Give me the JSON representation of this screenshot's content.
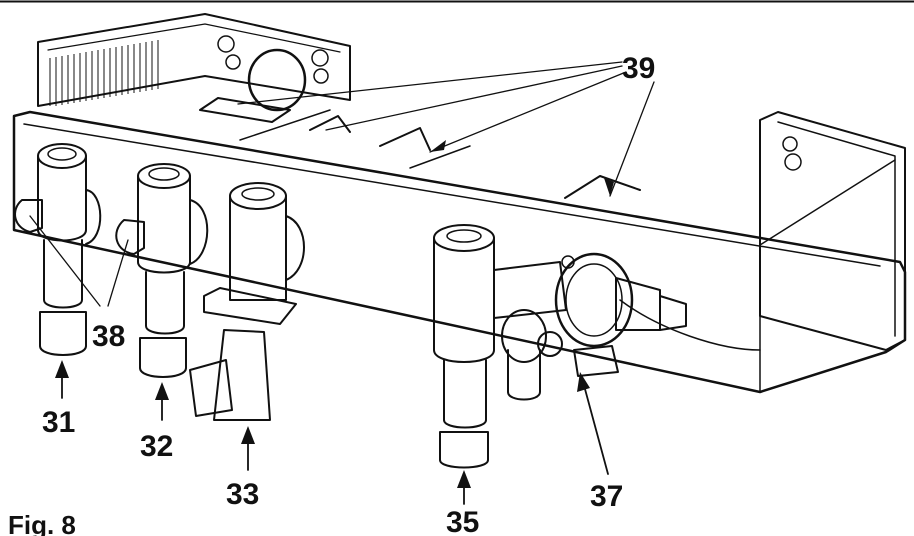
{
  "figure": {
    "caption": "Fig. 8"
  },
  "callouts": {
    "c31": "31",
    "c32": "32",
    "c33": "33",
    "c35": "35",
    "c37": "37",
    "c38": "38",
    "c39": "39"
  }
}
